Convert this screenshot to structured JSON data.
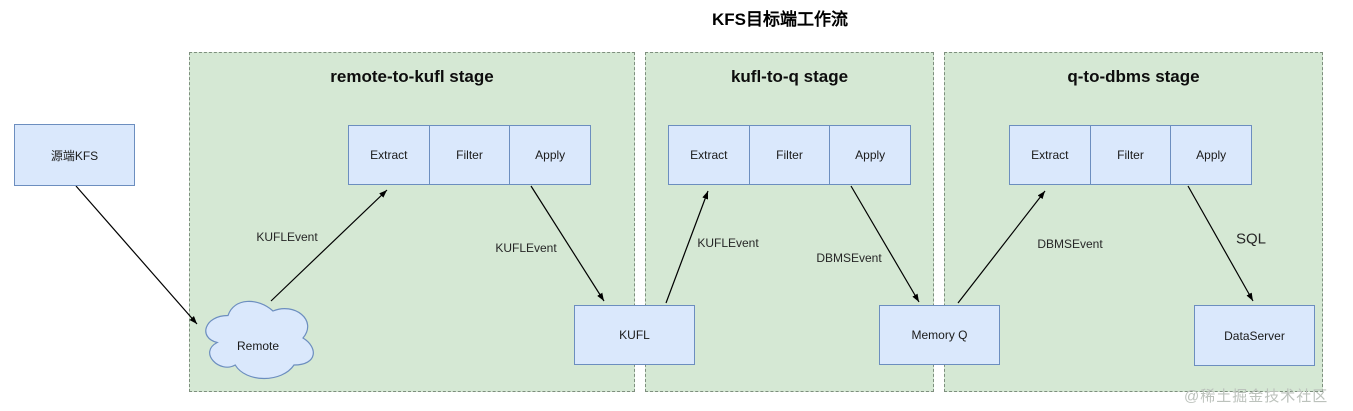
{
  "title": "KFS目标端工作流",
  "watermark": "@稀土掘金技术社区",
  "colors": {
    "stage_fill": "#d5e8d4",
    "stage_border": "#7e8f7e",
    "node_fill": "#dae8fc",
    "node_border": "#6c8ebf",
    "arrow": "#000000"
  },
  "source_node": {
    "label": "源端KFS"
  },
  "cloud_node": {
    "label": "Remote"
  },
  "stages": [
    {
      "title": "remote-to-kufl stage",
      "pipeline": [
        "Extract",
        "Filter",
        "Apply"
      ]
    },
    {
      "title": "kufl-to-q stage",
      "pipeline": [
        "Extract",
        "Filter",
        "Apply"
      ]
    },
    {
      "title": "q-to-dbms stage",
      "pipeline": [
        "Extract",
        "Filter",
        "Apply"
      ]
    }
  ],
  "nodes": {
    "kufl": "KUFL",
    "memory_q": "Memory Q",
    "data_server": "DataServer"
  },
  "edge_labels": {
    "remote_to_extract1": "KUFLEvent",
    "apply1_to_kufl": "KUFLEvent",
    "kufl_to_extract2": "KUFLEvent",
    "apply2_to_memoryq": "DBMSEvent",
    "memoryq_to_extract3": "DBMSEvent",
    "apply3_to_dataserver": "SQL"
  }
}
